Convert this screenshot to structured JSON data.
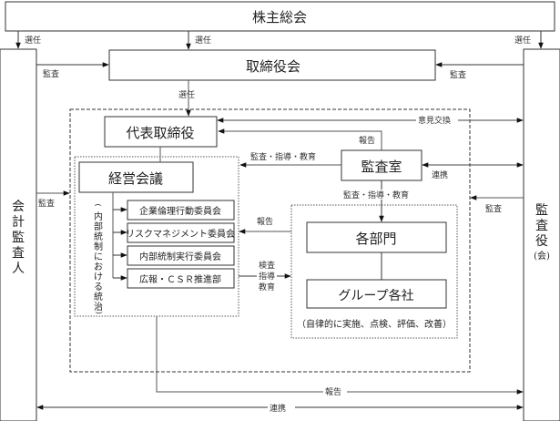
{
  "nodes": {
    "shareholders": "株主総会",
    "board": "取締役会",
    "ceo": "代表取締役",
    "management_council": "経営会議",
    "audit_office": "監査室",
    "committees": [
      "企業倫理行動委員会",
      "リスクマネジメント委員会",
      "内部統制実行委員会",
      "広報・ＣＳＲ推進部"
    ],
    "departments": "各部門",
    "group_companies": "グループ各社",
    "external_auditor": [
      "会",
      "計",
      "監",
      "査",
      "人"
    ],
    "auditors": [
      "監",
      "査",
      "役",
      "(会)"
    ],
    "internal_governance_note": [
      "(",
      "内",
      "部",
      "統",
      "制",
      "に",
      "お",
      "け",
      "る",
      "統",
      "治",
      ")"
    ],
    "autonomous_note": "（自律的に実施、点検、評価、改善）"
  },
  "edges": {
    "elect": "選任",
    "audit": "監査",
    "opinion_exchange": "意見交換",
    "report": "報告",
    "audit_guidance_education": "監査・指導・教育",
    "coordination": "連携",
    "inspect_guide_educate": [
      "検査",
      "指導",
      "教育"
    ]
  }
}
